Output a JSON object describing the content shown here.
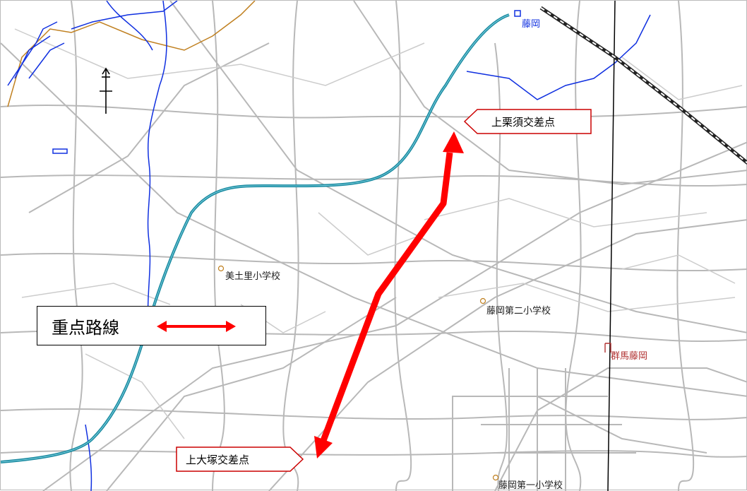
{
  "map": {
    "station_top": "藤岡",
    "station_right": "群馬藤岡",
    "schools": [
      "美土里小学校",
      "藤岡第二小学校",
      "藤岡第一小学校"
    ],
    "callouts": {
      "top": "上栗須交差点",
      "bottom": "上大塚交差点"
    },
    "legend": {
      "label": "重点路線"
    },
    "colors": {
      "route": "#ff0000",
      "river_blue": "#1030e0",
      "highway": "#1a8aa0",
      "road": "#b8b8b8",
      "railway": "#000000",
      "boundary": "#c08020"
    },
    "icons": [
      "north-arrow-icon",
      "school-icon",
      "station-icon"
    ]
  }
}
